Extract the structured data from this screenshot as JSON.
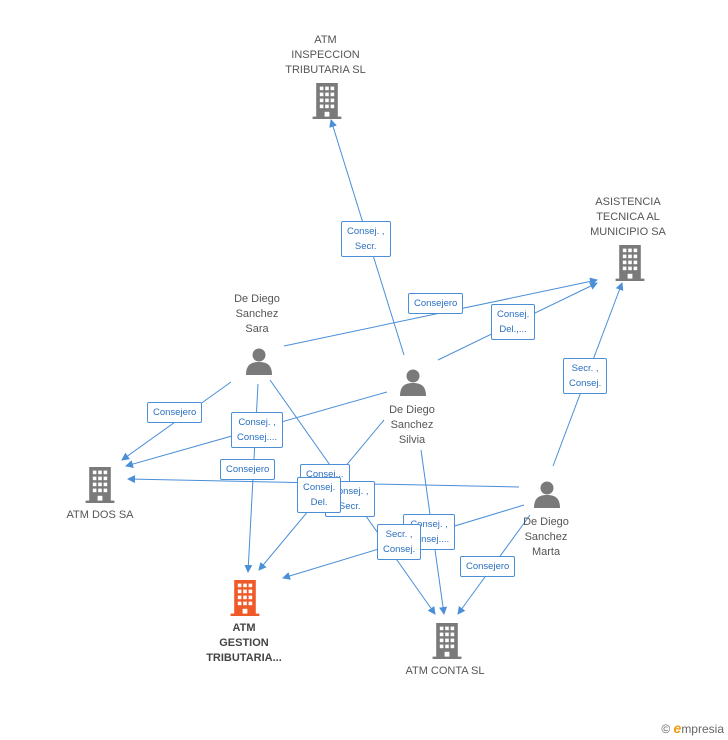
{
  "nodes": {
    "atm_inspeccion": {
      "label": "ATM\nINSPECCION\nTRIBUTARIA SL",
      "type": "company"
    },
    "asistencia": {
      "label": "ASISTENCIA\nTECNICA AL\nMUNICIPIO SA",
      "type": "company"
    },
    "sara": {
      "label": "De Diego\nSanchez\nSara",
      "type": "person"
    },
    "silvia": {
      "label": "De Diego\nSanchez\nSilvia",
      "type": "person"
    },
    "marta": {
      "label": "De Diego\nSanchez\nMarta",
      "type": "person"
    },
    "atm_dos": {
      "label": "ATM DOS SA",
      "type": "company"
    },
    "atm_gestion": {
      "label": "ATM\nGESTION\nTRIBUTARIA...",
      "type": "company-main"
    },
    "atm_conta": {
      "label": "ATM CONTA SL",
      "type": "company"
    }
  },
  "edge_labels": {
    "silvia_inspeccion": "Consej. ,\nSecr.",
    "sara_asistencia": "Consejero",
    "silvia_asistencia": "Consej.\nDel.,...",
    "marta_asistencia": "Secr. ,\nConsej.",
    "sara_atmdos": "Consejero",
    "silvia_atmdos": "Consej. ,\nConsej....",
    "sara_gestion": "Consejero",
    "sara_conta": "Consej...",
    "silvia_gestion": "Consej.\nDel.",
    "silvia_conta": "Consej. ,\nSecr.",
    "marta_conta_b": "Consej. ,\nConsej....",
    "marta_gestion": "Secr. ,\nConsej.",
    "marta_conta": "Consejero"
  },
  "colors": {
    "edge": "#4a8fd8",
    "icon": "#7a7a7a",
    "icon_main": "#f05a28"
  },
  "footer": {
    "copyright": "©",
    "brand_initial": "e",
    "brand_rest": "mpresia"
  }
}
